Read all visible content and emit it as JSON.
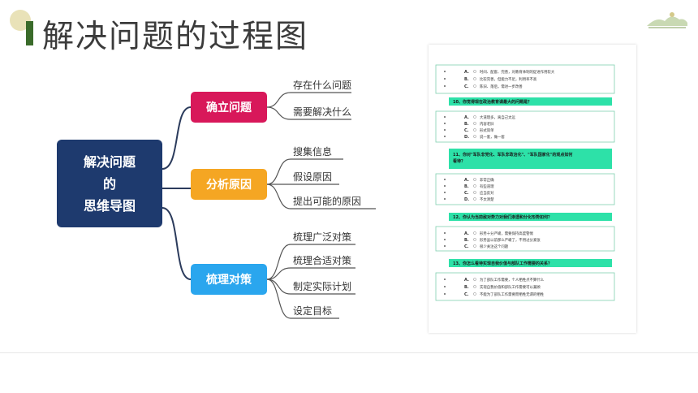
{
  "header": {
    "title": "解决问题的过程图"
  },
  "mindmap": {
    "center": [
      "解决问题",
      "的",
      "思维导图"
    ],
    "branches": [
      {
        "label": "确立问题",
        "color": "#d8185a",
        "leaves": [
          "存在什么问题",
          "需要解决什么"
        ]
      },
      {
        "label": "分析原因",
        "color": "#f5a623",
        "leaves": [
          "搜集信息",
          "假设原因",
          "提出可能的原因"
        ]
      },
      {
        "label": "梳理对策",
        "color": "#2aa6ee",
        "leaves": [
          "梳理广泛对策",
          "梳理合适对策",
          "制定实际计划",
          "设定目标"
        ]
      }
    ]
  },
  "survey": {
    "top_options": [
      {
        "letter": "A.",
        "text": "时间、配套、完善，对教育体制的促进作用较大"
      },
      {
        "letter": "B.",
        "text": "比较完善，但能力不足，利用率不高"
      },
      {
        "letter": "C.",
        "text": "陈旧、落后，需进一步改善"
      }
    ],
    "questions": [
      {
        "title": "10、你觉得现在政治教育课最大的问题是？",
        "options": [
          {
            "letter": "A.",
            "text": "大道理多，离自己太远"
          },
          {
            "letter": "B.",
            "text": "内容老旧"
          },
          {
            "letter": "C.",
            "text": "形式简单"
          },
          {
            "letter": "D.",
            "text": "说一套，做一套"
          }
        ]
      },
      {
        "title": "11、你对\"军队非党化、军队非政治化\"、\"军队国家化\"的观点如何看待？",
        "options": [
          {
            "letter": "A.",
            "text": "非常正确"
          },
          {
            "letter": "B.",
            "text": "有些道理"
          },
          {
            "letter": "C.",
            "text": "应当反对"
          },
          {
            "letter": "D.",
            "text": "不太清楚"
          }
        ]
      },
      {
        "title": "12、你认为当前敌对势力对我们渗透和分化形势如何？",
        "options": [
          {
            "letter": "A.",
            "text": "形势十分严峻，需要保持高度警惕"
          },
          {
            "letter": "B.",
            "text": "形势虽以前那么严峻了，不用过分紧张"
          },
          {
            "letter": "C.",
            "text": "很少关注这个问题"
          }
        ]
      },
      {
        "title": "13、你怎么看待实现自我价值与部队工作需要的关系？",
        "options": [
          {
            "letter": "A.",
            "text": "为了部队工作需要，个人牺牲点不算什么"
          },
          {
            "letter": "B.",
            "text": "实现自我价值和部队工作需要可以兼顾"
          },
          {
            "letter": "C.",
            "text": "不能为了部队工作需要而牺牲无谓的牺牲"
          }
        ]
      }
    ]
  }
}
